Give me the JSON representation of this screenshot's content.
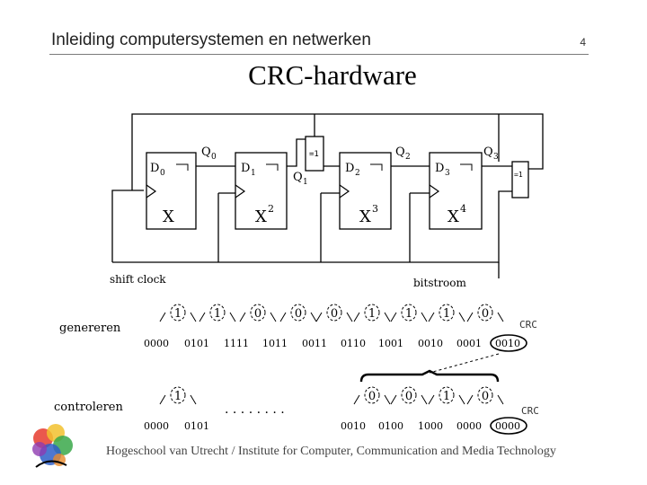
{
  "header": {
    "title": "Inleiding computersystemen en netwerken",
    "page_number": "4"
  },
  "slide": {
    "title": "CRC-hardware"
  },
  "circuit": {
    "flipflops": [
      {
        "reg": "D",
        "sub": "0",
        "poly": "X",
        "exp": ""
      },
      {
        "reg": "D",
        "sub": "1",
        "poly": "X",
        "exp": "2"
      },
      {
        "reg": "D",
        "sub": "2",
        "poly": "X",
        "exp": "3"
      },
      {
        "reg": "D",
        "sub": "3",
        "poly": "X",
        "exp": "4"
      }
    ],
    "outputs": [
      {
        "base": "Q",
        "sub": "0"
      },
      {
        "base": "Q",
        "sub": "1"
      },
      {
        "base": "Q",
        "sub": "2"
      },
      {
        "base": "Q",
        "sub": "3"
      }
    ],
    "gate_left": "=1",
    "gate_right": "=1",
    "shift_clock_label": "shift clock",
    "bitstream_label": "bitstroom"
  },
  "generate": {
    "label": "genereren",
    "bits": [
      "1",
      "1",
      "0",
      "0",
      "0",
      "1",
      "1",
      "1",
      "0"
    ],
    "states": [
      "0000",
      "0101",
      "1111",
      "1011",
      "0011",
      "0110",
      "1001",
      "0010",
      "0001",
      "0010"
    ],
    "crc_label": "CRC"
  },
  "check": {
    "label": "controleren",
    "bits_left": [
      "1"
    ],
    "bits_right": [
      "0",
      "0",
      "1",
      "0"
    ],
    "states_left": [
      "0000",
      "0101"
    ],
    "states_right": [
      "0010",
      "0100",
      "1000",
      "0000",
      "0000"
    ],
    "dots": ". . . . . . . .",
    "crc_label": "CRC"
  },
  "footer": {
    "text": "Hogeschool van Utrecht / Institute for Computer, Communication and Media Technology"
  }
}
